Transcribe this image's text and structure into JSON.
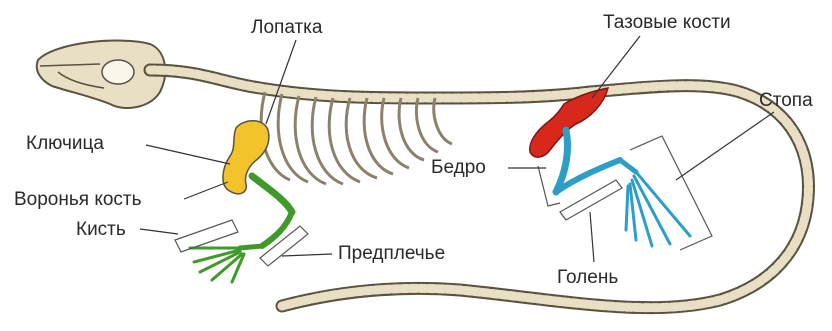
{
  "labels": {
    "lopatka": "Лопатка",
    "taz": "Тазовые кости",
    "stopa": "Стопа",
    "klyuchitsa": "Ключица",
    "bedro": "Бедро",
    "voronya_kost": "Воронья кость",
    "kist": "Кисть",
    "predplechye": "Предплечье",
    "golen": "Голень"
  },
  "colors": {
    "bone": "#e8dfc4",
    "bone_outline": "#5a5342",
    "shoulder": "#f2c32a",
    "forelimb": "#3f9a2a",
    "pelvis": "#d8281c",
    "hindlimb": "#2c9ec8",
    "leader": "#333333"
  }
}
